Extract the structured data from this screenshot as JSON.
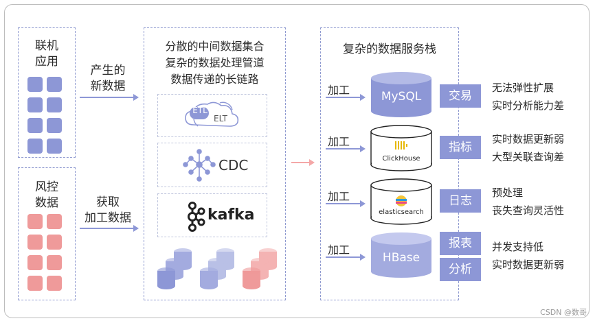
{
  "left": {
    "box1_label": [
      "联机",
      "应用"
    ],
    "box2_label": [
      "风控",
      "数据"
    ],
    "arrow1_label": [
      "产生的",
      "新数据"
    ],
    "arrow2_label": [
      "获取",
      "加工数据"
    ],
    "colors": {
      "online": "#8d97d6",
      "risk": "#ef9a9a"
    }
  },
  "middle": {
    "title_lines": [
      "分散的中间数据集合",
      "复杂的数据处理管道",
      "数据传递的长链路"
    ],
    "etl_labels": [
      "ETL",
      "ELT"
    ],
    "cdc_label": "CDC",
    "kafka_label": "kafka"
  },
  "right": {
    "title": "复杂的数据服务栈",
    "rows": [
      {
        "process": "加工",
        "db": "MySQL",
        "tag": "交易",
        "desc": [
          "无法弹性扩展",
          "实时分析能力差"
        ]
      },
      {
        "process": "加工",
        "db": "ClickHouse",
        "tag": "指标",
        "desc": [
          "实时数据更新弱",
          "大型关联查询差"
        ]
      },
      {
        "process": "加工",
        "db": "elasticsearch",
        "tag": "日志",
        "desc": [
          "预处理",
          "丧失查询灵活性"
        ]
      },
      {
        "process": "加工",
        "db": "HBase",
        "tag": "报表",
        "tag2": "分析",
        "desc": [
          "并发支持低",
          "实时数据更新弱"
        ]
      }
    ]
  },
  "watermark": "CSDN @数哥"
}
